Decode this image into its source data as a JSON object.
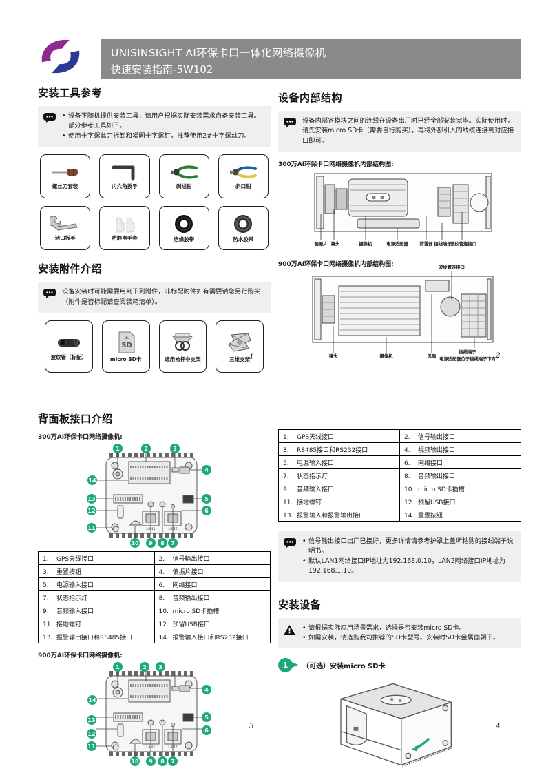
{
  "header": {
    "title_line1": "UNISINSIGHT AI环保卡口一体化网络摄像机",
    "title_line2": "快速安装指南-5W102"
  },
  "colors": {
    "accent_green": "#1ea97c",
    "logo_purple": "#8f2b8e",
    "logo_blue": "#2b3a92",
    "header_gray": "#8a8a8a"
  },
  "page1": {
    "tools_heading": "安装工具参考",
    "tools_note": [
      "设备不随机提供安装工具，请用户根据实际安装需求自备安装工具。部分参考工具如下。",
      "使用十字螺丝刀拆卸和紧固十字螺钉，推荐使用2#十字螺丝刀。"
    ],
    "tools": [
      "螺丝刀套装",
      "内六角扳手",
      "剥线钳",
      "斜口钳",
      "活口扳手",
      "防静电手套",
      "绝缘胶带",
      "防水胶带"
    ],
    "acc_heading": "安装附件介绍",
    "acc_note": "设备安装时可能需要用到下列附件，非标配附件如有需要请您另行购买（附件是否标配请查阅装箱清单）。",
    "accessories": [
      "波纹管（标配）",
      "micro SD卡",
      "通用枪杆中支架",
      "三维支架"
    ],
    "sd_text": "SD",
    "page_number": "1"
  },
  "page2": {
    "heading": "设备内部结构",
    "note": "设备内部各模块之间的连线在设备出厂时已经全部安装完毕。实际使用时，请先安装micro SD卡（需要自行购买），再将外部引入的线缆连接到对应接口即可。",
    "fig300_caption": "300万AI环保卡口网络摄像机内部结构图:",
    "fig300_labels": [
      "偏振片",
      "镜头",
      "摄像机",
      "电源适配器",
      "防雷器",
      "接线端子",
      "波纹管连接口"
    ],
    "fig900_caption": "900万AI环保卡口网络摄像机内部结构图:",
    "fig900_top_label": "波纹管连接口",
    "fig900_labels": [
      "镜头",
      "摄像机",
      "风扇",
      "接线端子"
    ],
    "fig900_sub_label": "电源适配器位于接线端子下方",
    "page_number": "2"
  },
  "page3": {
    "heading": "背面板接口介绍",
    "fig300_caption": "300万AI环保卡口网络摄像机:",
    "fig900_caption": "900万AI环保卡口网络摄像机:",
    "callouts": [
      "1",
      "2",
      "3",
      "4",
      "5",
      "6",
      "7",
      "8",
      "9",
      "10",
      "11",
      "12",
      "13",
      "14"
    ],
    "lan1": "LAN1",
    "lan2": "LAN2",
    "table": [
      [
        "1.",
        "GPS天线接口",
        "2.",
        "信号输出接口"
      ],
      [
        "3.",
        "重置按钮",
        "4.",
        "偏振片接口"
      ],
      [
        "5.",
        "电源输入接口",
        "6.",
        "网络接口"
      ],
      [
        "7.",
        "状态指示灯",
        "8.",
        "音频输出接口"
      ],
      [
        "9.",
        "音频输入接口",
        "10.",
        "micro SD卡插槽"
      ],
      [
        "11.",
        "接地螺钉",
        "12.",
        "预留USB接口"
      ],
      [
        "13.",
        "报警输出接口和RS485接口",
        "14.",
        "报警输入接口和RS232接口"
      ]
    ],
    "page_number": "3"
  },
  "page4": {
    "table": [
      [
        "1.",
        "GPS天线接口",
        "2.",
        "信号输出接口"
      ],
      [
        "3.",
        "RS485接口和RS232接口",
        "4.",
        "视频输出接口"
      ],
      [
        "5.",
        "电源输入接口",
        "6.",
        "网络接口"
      ],
      [
        "7.",
        "状态指示灯",
        "8.",
        "音频输出接口"
      ],
      [
        "9.",
        "音频输入接口",
        "10.",
        "micro SD卡插槽"
      ],
      [
        "11.",
        "接地螺钉",
        "12.",
        "预留USB接口"
      ],
      [
        "13.",
        "报警输入和报警输出接口",
        "14.",
        "重置按钮"
      ]
    ],
    "note": [
      "信号输出接口出厂已接好，更多详情请参考护罩上盖所粘贴的接线端子说明书。",
      "默认LAN1网络接口IP地址为192.168.0.10，LAN2网络接口IP地址为192.168.1.10。"
    ],
    "install_heading": "安装设备",
    "warning": [
      "请根据实际应用场景需求，选择是否安装micro SD卡。",
      "如需安装，请选购我司推荐的SD卡型号。安装时SD卡金属面朝下。"
    ],
    "step1_num": "1",
    "step1_label": "（可选）安装micro SD卡",
    "page_number": "4"
  }
}
